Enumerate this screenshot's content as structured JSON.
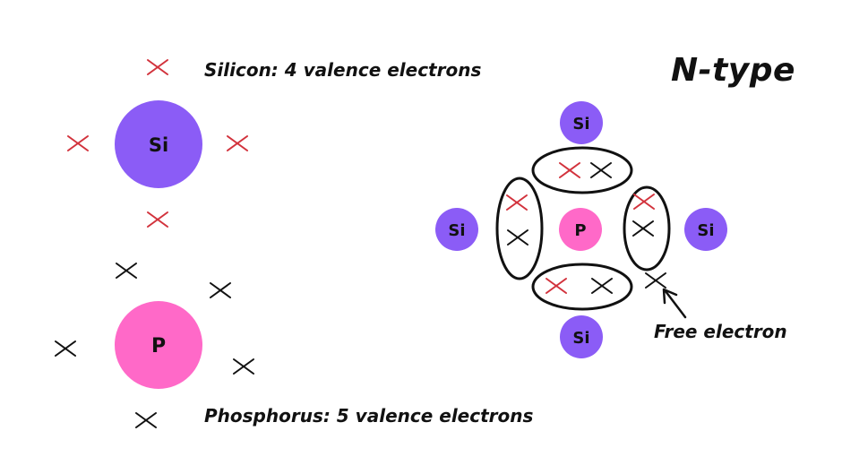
{
  "labels": {
    "silicon_caption": "Silicon: 4 valence electrons",
    "phosphorus_caption": "Phosphorus: 5 valence electrons",
    "title": "N-type",
    "free_electron_caption": "Free electron"
  },
  "atoms": {
    "silicon_symbol": "Si",
    "phosphorus_symbol": "P"
  },
  "colors": {
    "silicon": "#8b5cf6",
    "phosphorus": "#ff69c8",
    "silicon_electron": "#d2323c",
    "phosphorus_electron": "#111111",
    "outline": "#111111"
  },
  "counts": {
    "silicon_valence_electrons": 4,
    "phosphorus_valence_electrons": 5
  }
}
